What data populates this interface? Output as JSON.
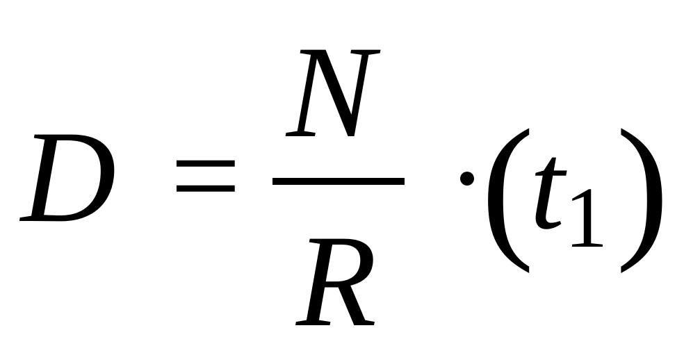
{
  "formula": {
    "lhs": "D",
    "equals": "=",
    "numerator": "N",
    "denominator": "R",
    "operator": "·",
    "open_paren": "(",
    "variable": "t",
    "subscript": "1",
    "close_paren": ")"
  }
}
